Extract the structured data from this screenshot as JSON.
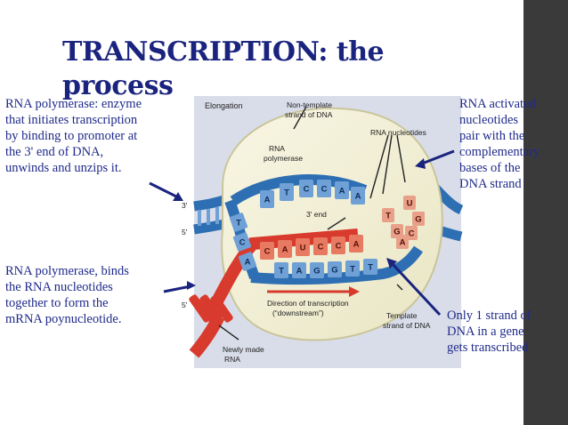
{
  "slide": {
    "title_line1": "TRANSCRIPTION: the",
    "title_line2": "process"
  },
  "annotations": {
    "left_top": [
      "RNA polymerase: enzyme",
      "that initiates transcription",
      "by binding to promoter at",
      "the 3' end of DNA,",
      "unwinds and unzips it."
    ],
    "left_bottom": [
      "RNA polymerase, binds",
      "the RNA nucleotides",
      "together to form the",
      "mRNA poynucleotide."
    ],
    "right_top": [
      "RNA activated",
      "nucleotides",
      "pair with the",
      "complementary",
      "bases of the",
      "DNA strand"
    ],
    "right_bottom": [
      "Only 1 strand of",
      "DNA in a gene",
      "gets transcribed"
    ]
  },
  "figure": {
    "elongation": "Elongation",
    "non_template_1": "Non-template",
    "non_template_2": "strand of DNA",
    "rna_nucleotides": "RNA nucleotides",
    "rna_polymerase_1": "RNA",
    "rna_polymerase_2": "polymerase",
    "three_prime_end": "3' end",
    "end_3_top": "3'",
    "end_5_mid": "5'",
    "end_5_bottom": "5'",
    "direction_1": "Direction of transcription",
    "direction_2": "(“downstream”)",
    "template_1": "Template",
    "template_2": "strand of DNA",
    "newly_1": "Newly made",
    "newly_2": "RNA",
    "top_bases": [
      "A",
      "T",
      "C",
      "C",
      "A",
      "A"
    ],
    "left_bases": [
      "T",
      "C",
      "A"
    ],
    "rna_bases": [
      "C",
      "A",
      "U",
      "C",
      "C",
      "A"
    ],
    "template_bases": [
      "T",
      "A",
      "G",
      "G",
      "T",
      "T"
    ],
    "free_bases": [
      "U",
      "T",
      "G",
      "A",
      "C",
      "G"
    ]
  },
  "colors": {
    "title": "#1a237e",
    "text": "#1f2a8a",
    "dna_blue": "#2e6fb3",
    "rna_red": "#d83a2e",
    "panel_bg": "#dcdfea",
    "bubble": "#f3f1d9",
    "sidebar": "#3a3a3a"
  }
}
